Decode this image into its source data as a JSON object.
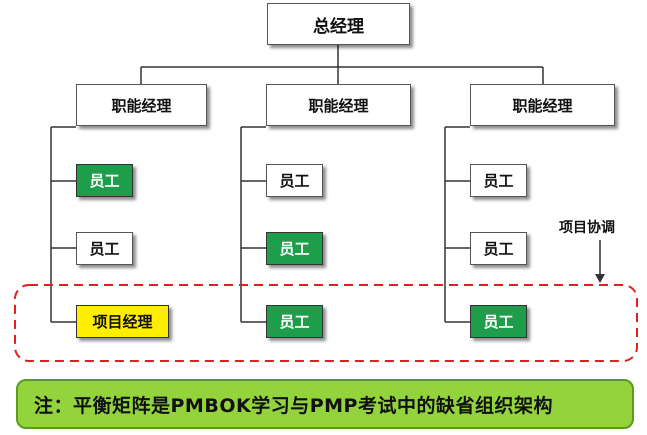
{
  "ceo": {
    "label": "总经理"
  },
  "functional_managers": [
    {
      "label": "职能经理"
    },
    {
      "label": "职能经理"
    },
    {
      "label": "职能经理"
    }
  ],
  "columns": [
    [
      {
        "label": "员工",
        "style": "green"
      },
      {
        "label": "员工",
        "style": "white"
      },
      {
        "label": "项目经理",
        "style": "yellow"
      }
    ],
    [
      {
        "label": "员工",
        "style": "white"
      },
      {
        "label": "员工",
        "style": "green"
      },
      {
        "label": "员工",
        "style": "green"
      }
    ],
    [
      {
        "label": "员工",
        "style": "white"
      },
      {
        "label": "员工",
        "style": "white"
      },
      {
        "label": "员工",
        "style": "green"
      }
    ]
  ],
  "project_coordination_label": "项目协调",
  "note": "注：平衡矩阵是PMBOK学习与PMP考试中的缺省组织架构",
  "colors": {
    "green": "#1e9e4a",
    "yellow": "#ffee00",
    "dashed_border": "#e02020",
    "note_background": "#93d43d"
  }
}
